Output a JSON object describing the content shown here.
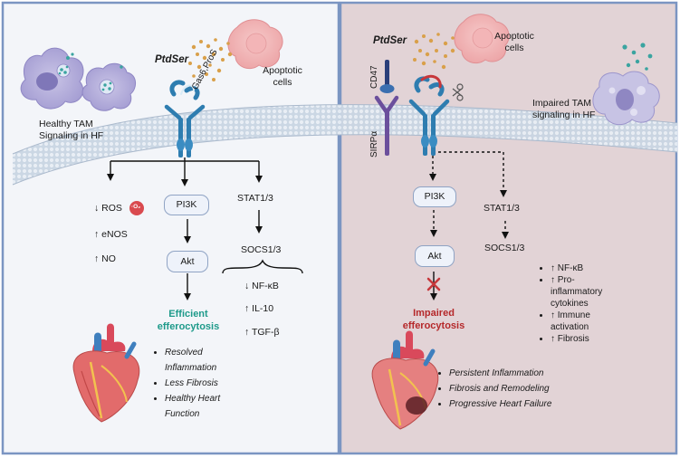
{
  "left": {
    "ptdser": "PtdSer",
    "gas6": "Gas6,ProS",
    "apoptotic": [
      "Apoptotic",
      "cells"
    ],
    "tam": [
      "Healthy TAM",
      "Signaling in HF"
    ],
    "ros": "↓ ROS",
    "o2": "·O₂",
    "enos": "↑ eNOS",
    "no": "↑ NO",
    "pi3k": "PI3K",
    "akt": "Akt",
    "outcome": [
      "Efficient",
      "efferocytosis"
    ],
    "stat": "STAT1/3",
    "socs": "SOCS1/3",
    "nfkb": "↓ NF-κB",
    "il10": "↑ IL-10",
    "tgfb": "↑ TGF-β",
    "bullets": [
      "Resolved",
      "Inflammation",
      "Less Fibrosis",
      "Healthy Heart",
      "Function"
    ]
  },
  "right": {
    "ptdser": "PtdSer",
    "apoptotic": [
      "Apoptotic",
      "cells"
    ],
    "cd47": "CD47",
    "sirpa": "SIRPα",
    "tam": [
      "Impaired TAM",
      "signaling in HF"
    ],
    "pi3k": "PI3K",
    "akt": "Akt",
    "outcome": [
      "Impaired",
      "efferocytosis"
    ],
    "stat": "STAT1/3",
    "socs": "SOCS1/3",
    "effects": [
      "↑ NF-κB",
      "↑ Pro-",
      "inflammatory",
      "cytokines",
      "↑  Immune",
      "activation",
      "↑ Fibrosis"
    ],
    "bullets": [
      "Persistent Inflammation",
      "Fibrosis and Remodeling",
      "Progressive Heart Failure"
    ]
  },
  "colors": {
    "left_bg": "#f3f5f9",
    "right_bg": "#e2d3d6",
    "border": "#7b95c2",
    "membrane": "#b9c8da",
    "receptor": "#2e7db0",
    "efficient": "#1e9a8a",
    "impaired": "#b5282a"
  }
}
